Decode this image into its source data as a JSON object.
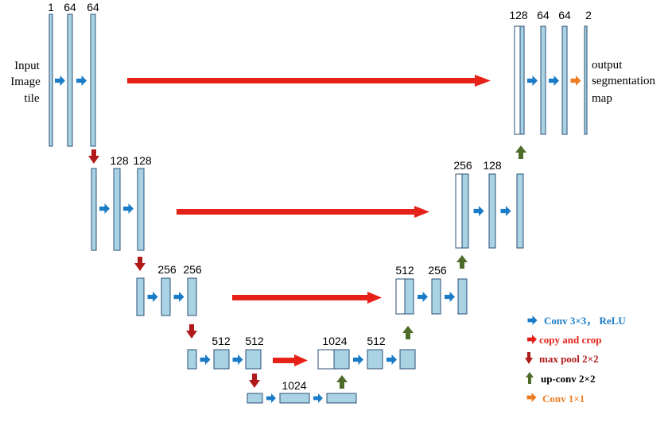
{
  "input_label": [
    "Input",
    "Image",
    "tile"
  ],
  "output_label": [
    "output",
    "segmentation",
    "map"
  ],
  "colors": {
    "block_fill": "#a9d3e3",
    "block_stroke": "#2b4f78",
    "conv": "#1a7cc7",
    "copy": "#e52118",
    "pool": "#b01a1a",
    "upconv": "#4f6b2a",
    "conv1x1": "#ee7d22"
  },
  "channel_labels": {
    "l1_enc": [
      "1",
      "64",
      "64"
    ],
    "l1_dec": [
      "128",
      "64",
      "64",
      "2"
    ],
    "l2_enc": [
      "128",
      "128"
    ],
    "l2_dec": [
      "256",
      "128"
    ],
    "l3_enc": [
      "256",
      "256"
    ],
    "l3_dec": [
      "512",
      "256"
    ],
    "l4_enc": [
      "512",
      "512"
    ],
    "l4_dec": [
      "1024",
      "512"
    ],
    "l5": [
      "1024"
    ]
  },
  "legend": [
    {
      "icon": "conv-arrow-icon",
      "label": "Conv 3×3， ReLU",
      "color": "#1a7cc7"
    },
    {
      "icon": "copy-crop-arrow-icon",
      "label": "copy and crop",
      "color": "#e52118"
    },
    {
      "icon": "max-pool-arrow-icon",
      "label": "max pool 2×2",
      "color": "#b01a1a"
    },
    {
      "icon": "up-conv-arrow-icon",
      "label": "up-conv 2×2",
      "color": "#4f6b2a"
    },
    {
      "icon": "conv-1x1-arrow-icon",
      "label": "Conv 1×1",
      "color": "#ee7d22"
    }
  ]
}
